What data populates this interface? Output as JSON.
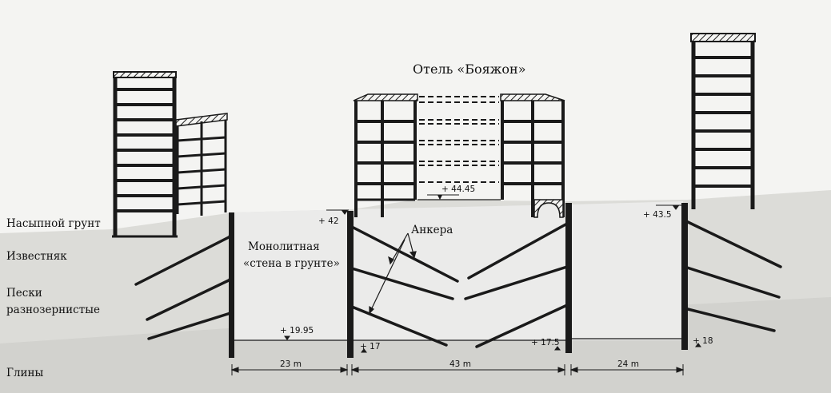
{
  "title": "Отель «Бояжон»",
  "soil_layers": {
    "fill": "Насыпной грунт",
    "limestone": "Известняк",
    "sands_1": "Пески",
    "sands_2": "разнозернистые",
    "clays": "Глины"
  },
  "wall_label_1": "Монолитная",
  "wall_label_2": "«стена в грунте»",
  "anchors_label": "Анкера",
  "elevations": {
    "top_hotel": "+ 44.45",
    "top_left_wall": "+ 42",
    "top_right_wall": "+ 43.5",
    "bottom_left_pit": "+ 19.95",
    "bottom_mid_left": "+ 17",
    "bottom_mid_right": "+ 17.5",
    "bottom_right": "+ 18"
  },
  "dimensions": {
    "span_1": "23 m",
    "span_2": "43 m",
    "span_3": "24 m"
  },
  "colors": {
    "ink": "#1a1a1a",
    "ground": "#dcdcd8",
    "ground_deep": "#cfcfcb",
    "background": "#f4f4f2"
  }
}
